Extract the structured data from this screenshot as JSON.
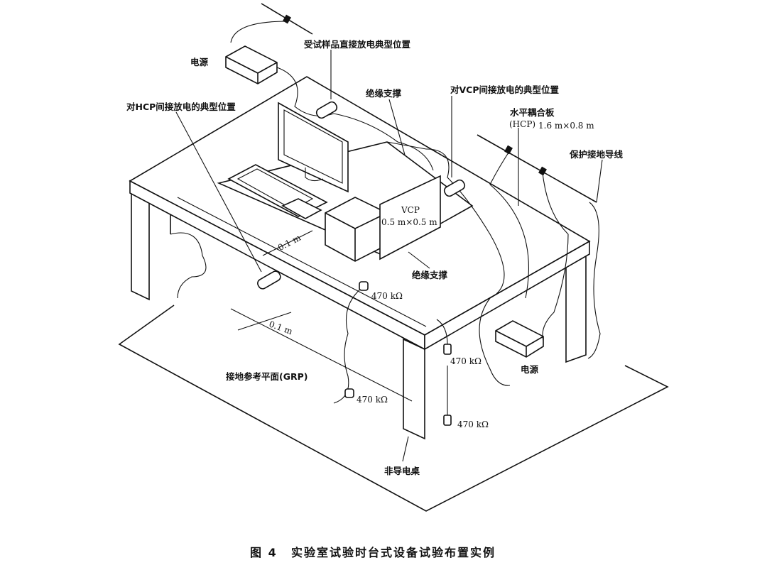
{
  "figure": {
    "caption_number": "图 4",
    "caption_title": "实验室试验时台式设备试验布置实例"
  },
  "labels": {
    "power_top": "电源",
    "eut_direct": "受试样品直接放电典型位置",
    "hcp_indirect": "对HCP间接放电的典型位置",
    "insulating_support_top": "绝缘支撑",
    "vcp_indirect": "对VCP间接放电的典型位置",
    "hcp_title": "水平耦合板",
    "hcp_abbr": "(HCP)",
    "hcp_size": "1.6 m×0.8 m",
    "ground_wire": "保护接地导线",
    "vcp_title": "VCP",
    "vcp_size": "0.5 m×0.5 m",
    "dist_top": "0.1 m",
    "insulating_support_bottom": "绝缘支撑",
    "resistor_1": "470 kΩ",
    "dist_bottom": "0.1 m",
    "resistor_2": "470 kΩ",
    "power_bottom": "电源",
    "grp": "接地参考平面(GRP)",
    "resistor_3": "470 kΩ",
    "resistor_4": "470 kΩ",
    "table": "非导电桌"
  }
}
